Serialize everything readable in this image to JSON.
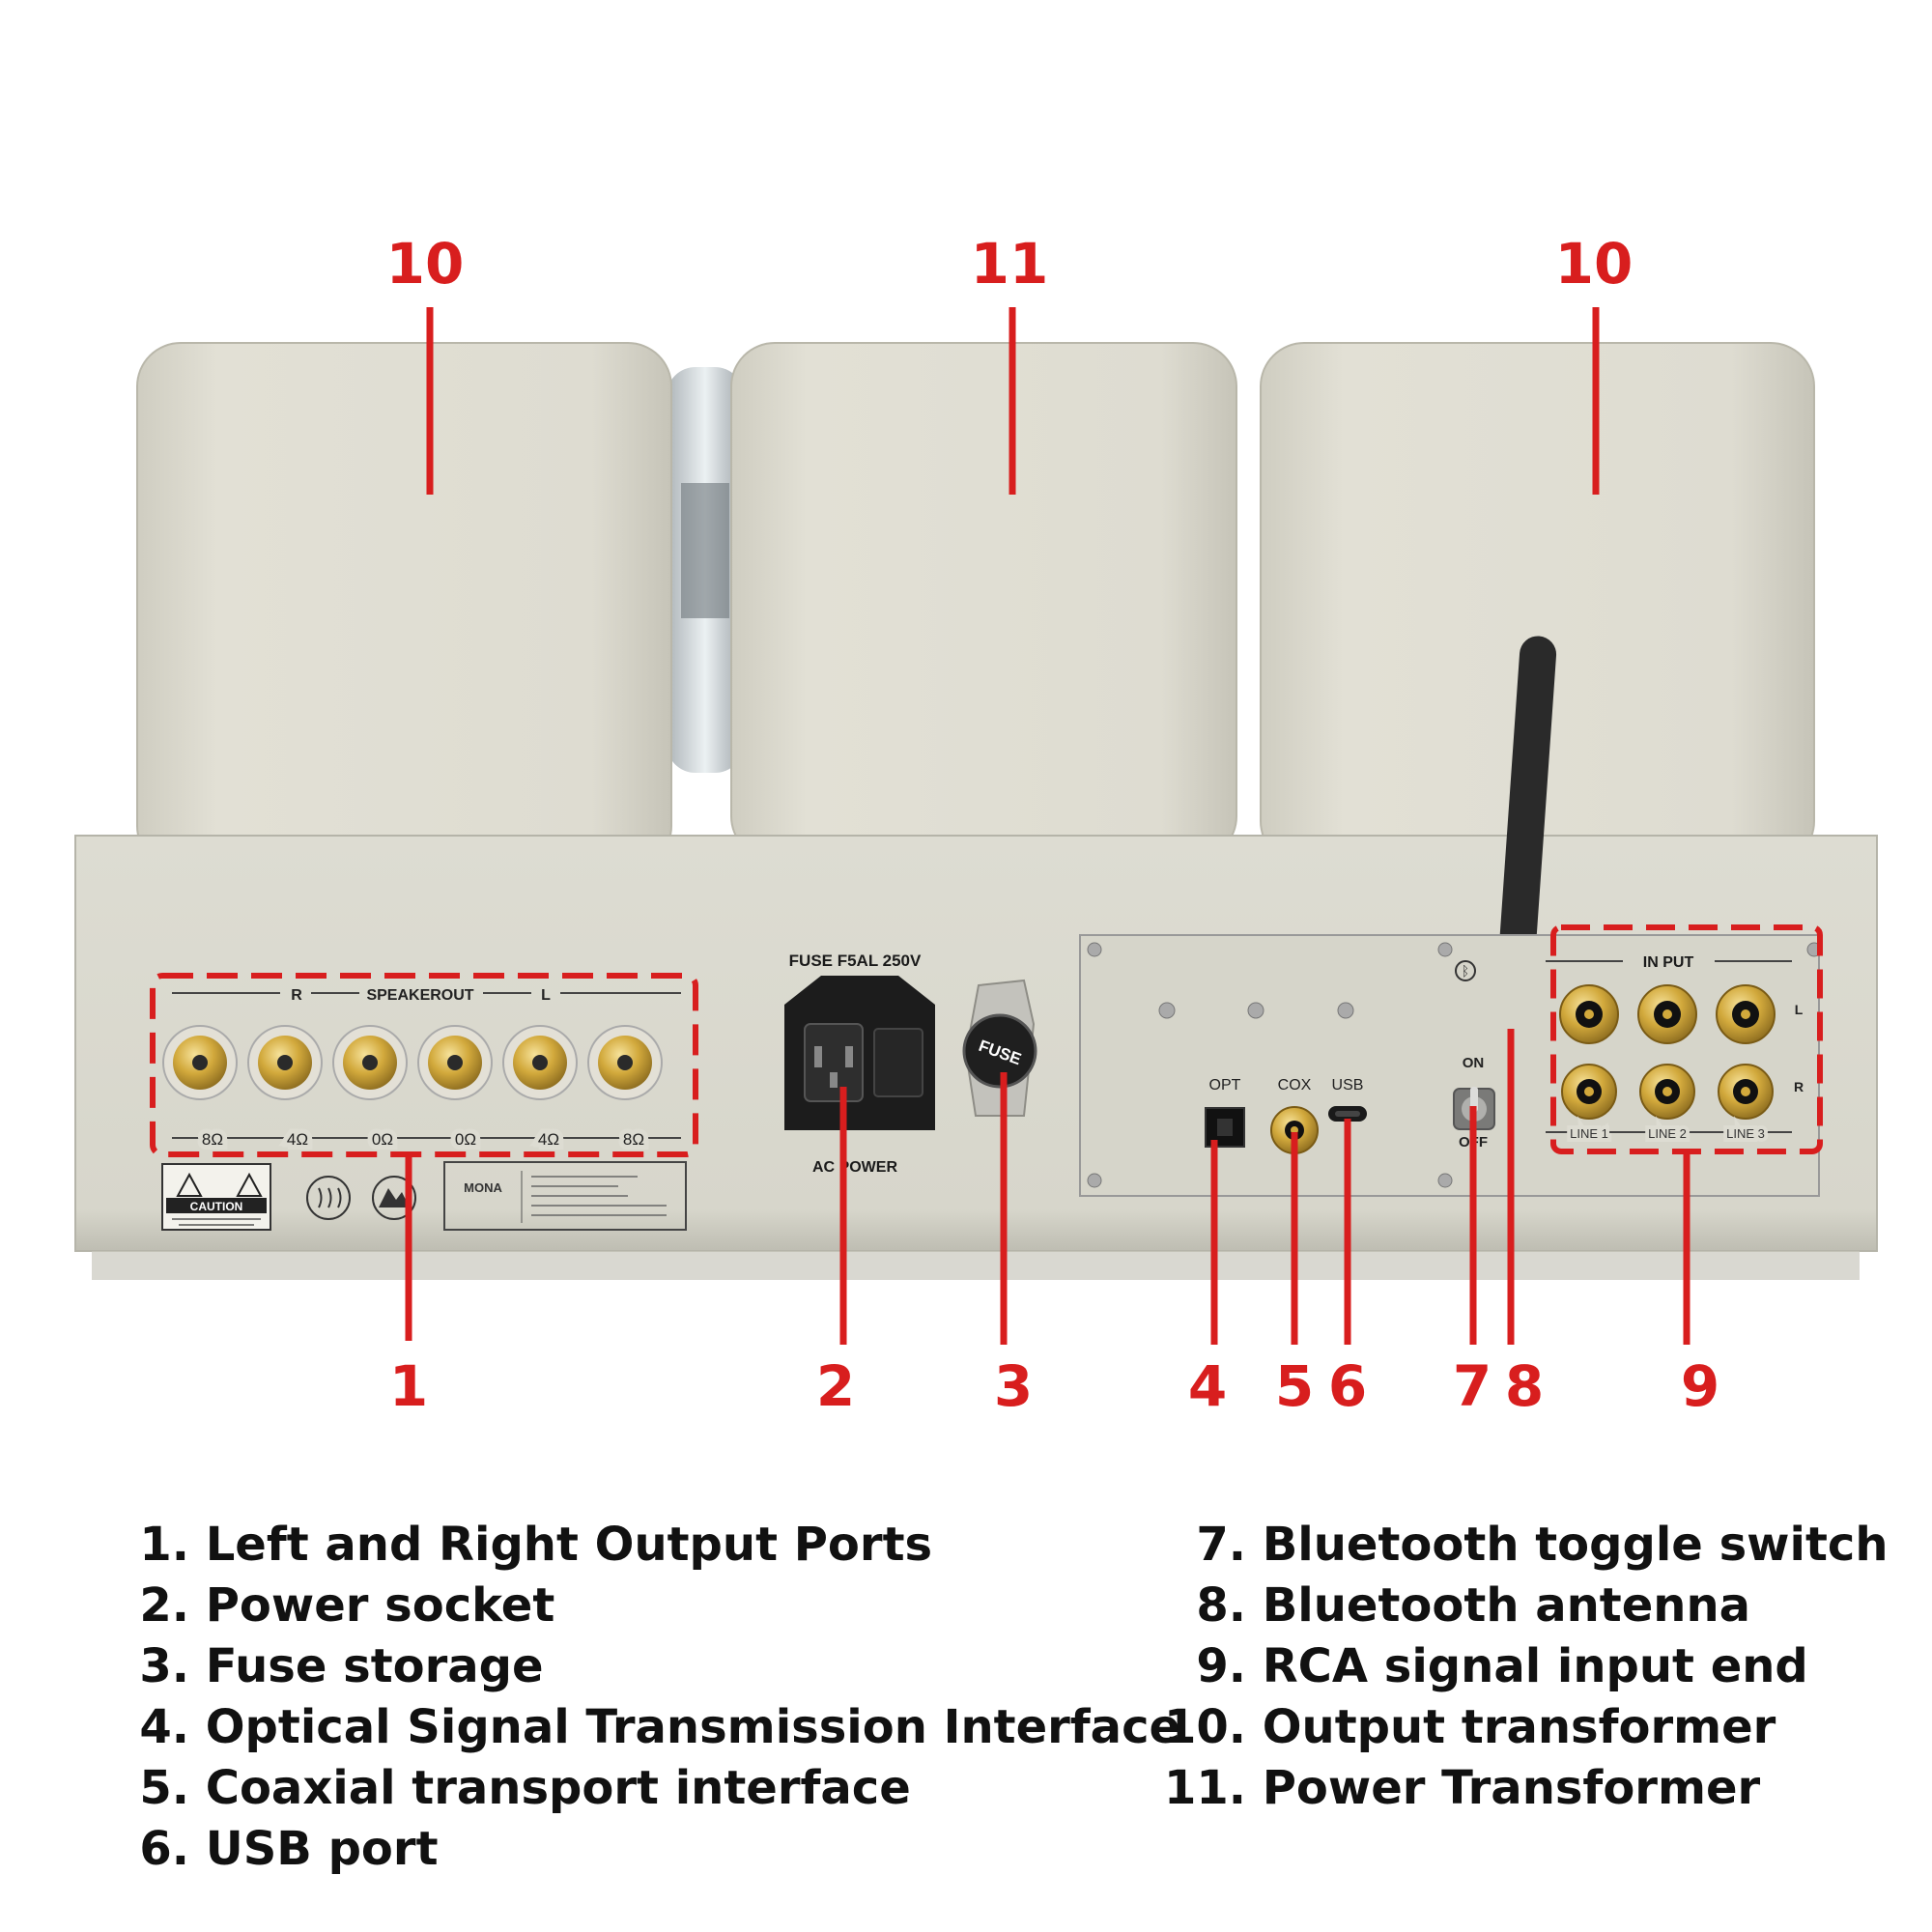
{
  "callouts": {
    "c10a": "10",
    "c11": "11",
    "c10b": "10",
    "c1": "1",
    "c2": "2",
    "c3": "3",
    "c4": "4",
    "c5": "5",
    "c6": "6",
    "c7": "7",
    "c8": "8",
    "c9": "9"
  },
  "panel": {
    "r_label": "R",
    "speakerout_label": "SPEAKEROUT",
    "l_label": "L",
    "ohm_labels": [
      "8Ω",
      "4Ω",
      "0Ω",
      "0Ω",
      "4Ω",
      "8Ω"
    ],
    "caution_label": "CAUTION",
    "fuse_label": "FUSE F5AL 250V",
    "ac_power_label": "AC POWER",
    "fuse_knob_text": "FUSE",
    "opt_label": "OPT",
    "cox_label": "COX",
    "usb_label": "USB",
    "on_label": "ON",
    "off_label": "OFF",
    "input_label": "IN PUT",
    "input_l": "L",
    "input_r": "R",
    "line1": "LINE 1",
    "line2": "LINE 2",
    "line3": "LINE 3",
    "brand": "MONA"
  },
  "legend": {
    "left": [
      {
        "num": "1.",
        "text": "Left and Right Output Ports"
      },
      {
        "num": "2.",
        "text": "Power socket"
      },
      {
        "num": "3.",
        "text": "Fuse storage"
      },
      {
        "num": "4.",
        "text": "Optical Signal Transmission Interface"
      },
      {
        "num": "5.",
        "text": "Coaxial transport interface"
      },
      {
        "num": "6.",
        "text": "USB port"
      }
    ],
    "right": [
      {
        "num": "7.",
        "text": "Bluetooth toggle switch"
      },
      {
        "num": "8.",
        "text": "Bluetooth antenna"
      },
      {
        "num": "9.",
        "text": "RCA signal input end"
      },
      {
        "num": "10.",
        "text": "Output transformer"
      },
      {
        "num": "11.",
        "text": "Power Transformer"
      }
    ]
  },
  "colors": {
    "accent_red": "#d81e1e",
    "chassis": "#d9d8cd",
    "transformer": "#dad8cc",
    "gold": "#c9a233"
  }
}
